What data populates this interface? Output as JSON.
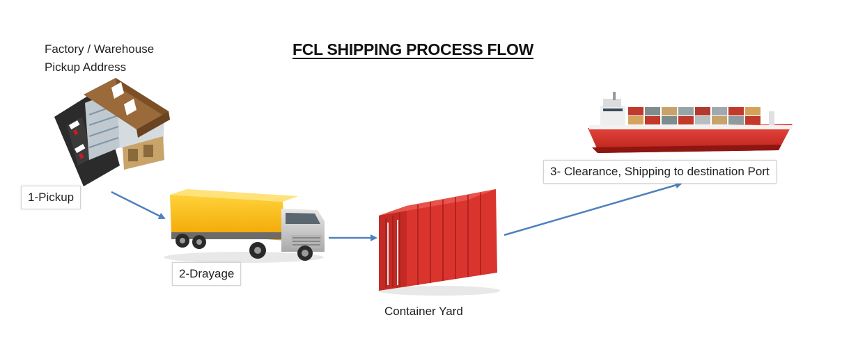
{
  "title": "FCL SHIPPING PROCESS FLOW",
  "pickup_address": {
    "line1": "Factory / Warehouse",
    "line2": "Pickup Address"
  },
  "steps": [
    {
      "label": "1-Pickup"
    },
    {
      "label": "2-Drayage"
    },
    {
      "label": "3- Clearance, Shipping to destination Port"
    }
  ],
  "container_yard": "Container Yard",
  "colors": {
    "arrow": "#4f81bd",
    "truck_cargo": "#f7b300",
    "container": "#d9352e",
    "ship_hull": "#d8332e"
  },
  "icons": [
    "warehouse-icon",
    "truck-icon",
    "container-icon",
    "cargo-ship-icon"
  ]
}
